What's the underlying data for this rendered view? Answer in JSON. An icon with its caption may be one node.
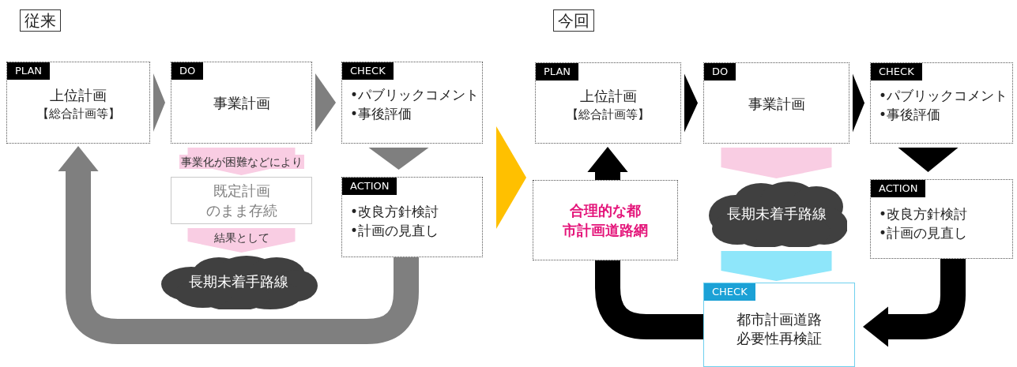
{
  "diagram": {
    "nodes": [
      {
        "text": [
          "従来"
        ]
      },
      {
        "text": [
          "PLAN",
          "上位計画",
          "【総合計画等】"
        ]
      },
      {
        "text": [
          "DO",
          "事業計画"
        ]
      },
      {
        "text": [
          "CHECK",
          "•パブリックコメント",
          "•事後評価"
        ]
      },
      {
        "text": [
          "既定計画のまま存続"
        ]
      },
      {
        "text": [
          "長期未着手路線"
        ]
      },
      {
        "text": [
          "ACTION",
          "•改良方針検討",
          "•計画の見直し"
        ]
      },
      {
        "text": [
          "今回"
        ]
      },
      {
        "text": [
          "PLAN",
          "上位計画",
          "【総合計画等】"
        ]
      },
      {
        "text": [
          "DO",
          "事業計画"
        ]
      },
      {
        "text": [
          "CHECK",
          "•パブリックコメント",
          "•事後評価"
        ]
      },
      {
        "text": [
          "合理的な都市計画道路網"
        ]
      },
      {
        "text": [
          "長期未着手路線"
        ]
      },
      {
        "text": [
          "ACTION",
          "•改良方針検討",
          "•計画の見直し"
        ]
      },
      {
        "text": [
          "CHECK",
          "都市計画道路必要性再検証"
        ]
      }
    ],
    "edges": [
      {
        "from": 1,
        "to": 2,
        "arrow": "to",
        "color": "#7f7f7f"
      },
      {
        "from": 2,
        "to": 3,
        "arrow": "to",
        "color": "#7f7f7f"
      },
      {
        "from": 3,
        "to": 6,
        "arrow": "to",
        "color": "#7f7f7f"
      },
      {
        "from": 2,
        "to": 4,
        "arrow": "to",
        "label": "事業化が困難などにより",
        "color": "#f9cde3"
      },
      {
        "from": 4,
        "to": 5,
        "arrow": "to",
        "label": "結果として",
        "color": "#f9cde3"
      },
      {
        "from": 6,
        "to": 1,
        "arrow": "to",
        "color": "#7f7f7f"
      },
      {
        "from": 6,
        "to": 11,
        "arrow": "to",
        "color": "#ffc000"
      },
      {
        "from": 8,
        "to": 9,
        "arrow": "to"
      },
      {
        "from": 9,
        "to": 10,
        "arrow": "to"
      },
      {
        "from": 10,
        "to": 13,
        "arrow": "to"
      },
      {
        "from": 9,
        "to": 12,
        "arrow": "to",
        "color": "#f9cde3"
      },
      {
        "from": 12,
        "to": 14,
        "arrow": "to",
        "color": "#8ee6fa"
      },
      {
        "from": 13,
        "to": 14,
        "arrow": "to"
      },
      {
        "from": 14,
        "to": 11,
        "arrow": "none"
      },
      {
        "from": 11,
        "to": 8,
        "arrow": "to"
      }
    ]
  }
}
